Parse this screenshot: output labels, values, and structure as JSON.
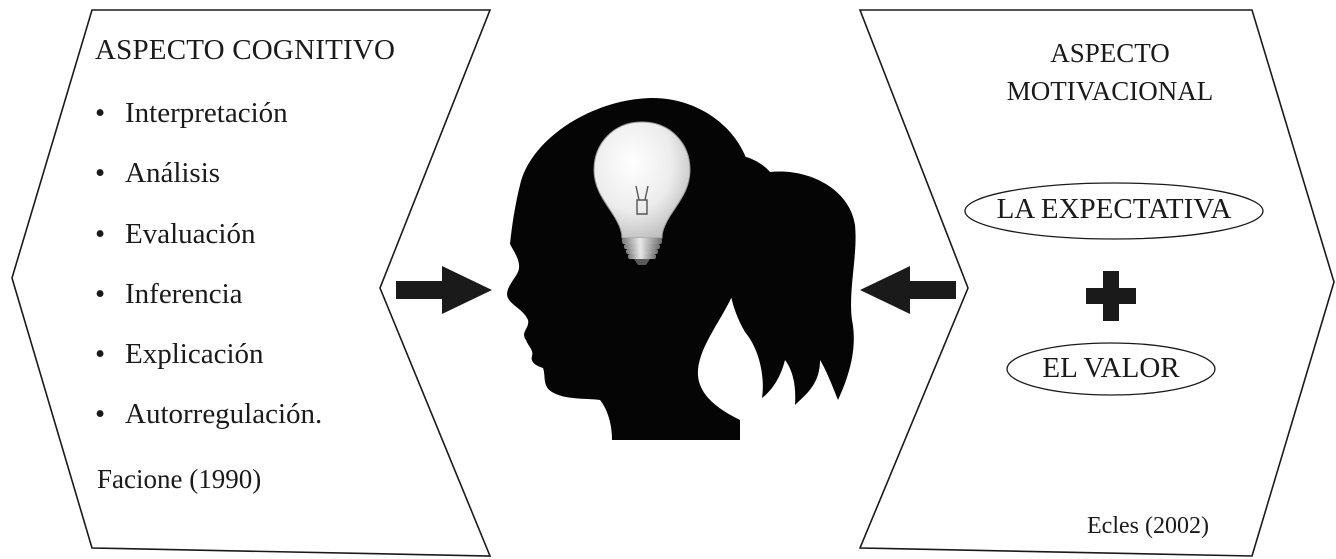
{
  "cognitive": {
    "title": "ASPECTO COGNITIVO",
    "bullet_symbol": "•",
    "items": [
      "Interpretación",
      "Análisis",
      "Evaluación",
      "Inferencia",
      "Explicación",
      "Autorregulación."
    ],
    "citation": "Facione (1990)"
  },
  "motivational": {
    "title": "ASPECTO MOTIVACIONAL",
    "term_1": "LA EXPECTATIVA",
    "operator": "+",
    "term_2": "EL VALOR",
    "citation": "Ecles (2002)"
  },
  "colors": {
    "ink": "#1a1a1a",
    "silhouette": "#050505",
    "bulb_glass": "#f2f2f2",
    "background": "#ffffff"
  },
  "icons": {
    "left_arrow": "arrow-right-icon",
    "right_arrow": "arrow-left-icon",
    "head": "head-silhouette-icon",
    "bulb": "lightbulb-icon"
  }
}
